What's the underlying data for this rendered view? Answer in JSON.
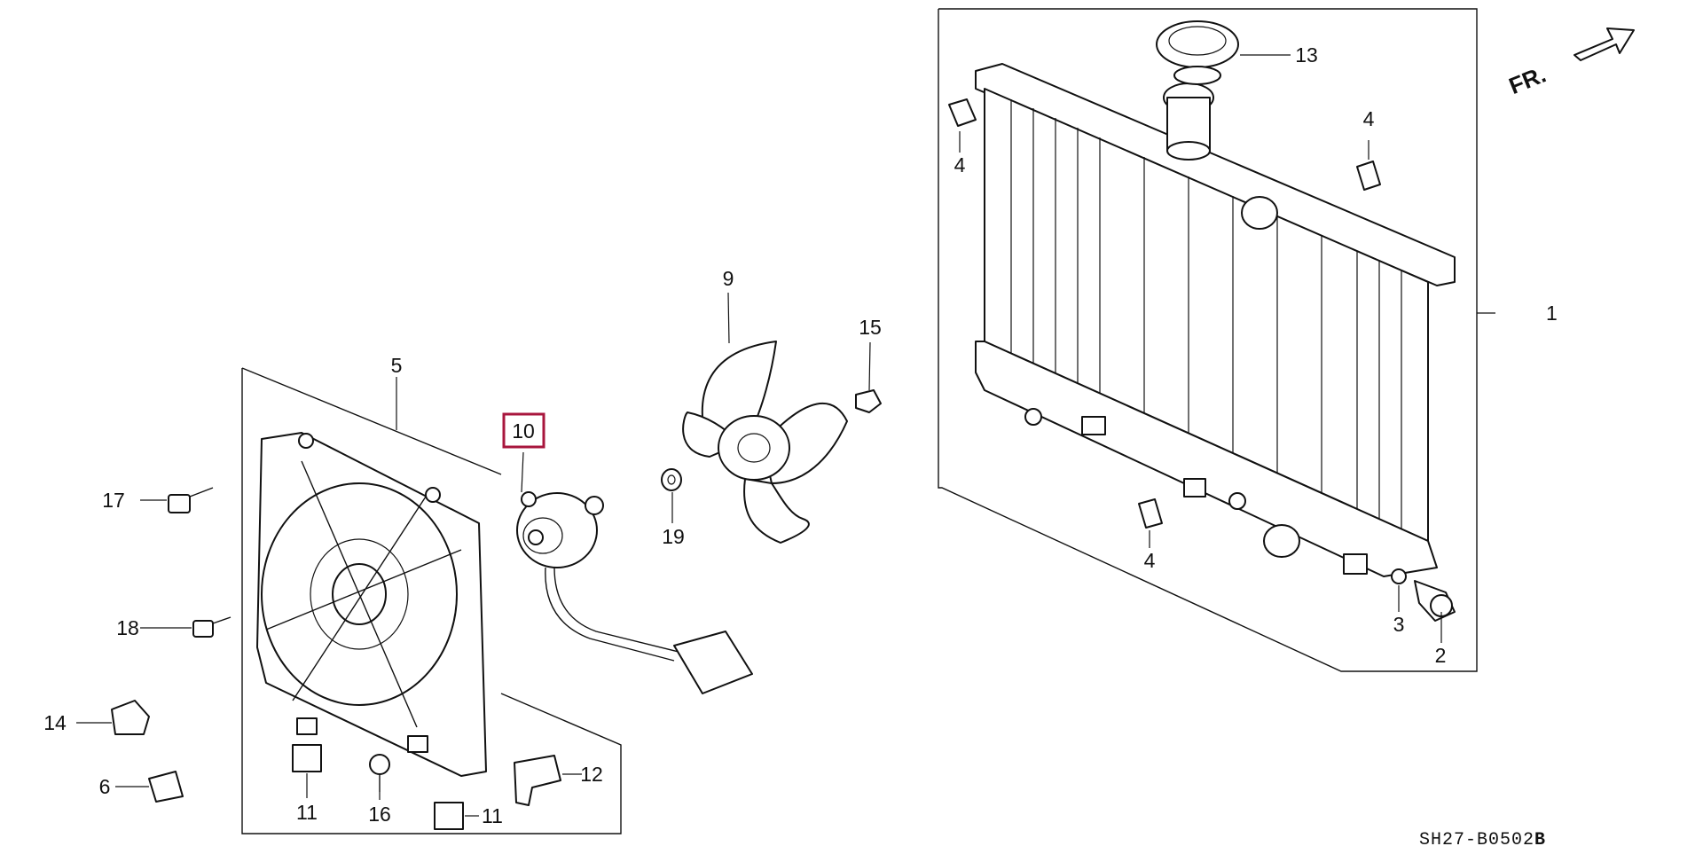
{
  "diagram": {
    "orientation_label": "FR.",
    "diagram_code": "SH27-B0502",
    "diagram_code_suffix": "B",
    "highlighted_callout": "10",
    "callouts": {
      "c1": "1",
      "c2": "2",
      "c3": "3",
      "c4a": "4",
      "c4b": "4",
      "c4c": "4",
      "c5": "5",
      "c6": "6",
      "c9": "9",
      "c10": "10",
      "c11a": "11",
      "c11b": "11",
      "c12": "12",
      "c13": "13",
      "c14": "14",
      "c15": "15",
      "c16": "16",
      "c17": "17",
      "c18": "18",
      "c19": "19"
    },
    "colors": {
      "highlight": "#a8163d",
      "ink": "#111111"
    }
  }
}
